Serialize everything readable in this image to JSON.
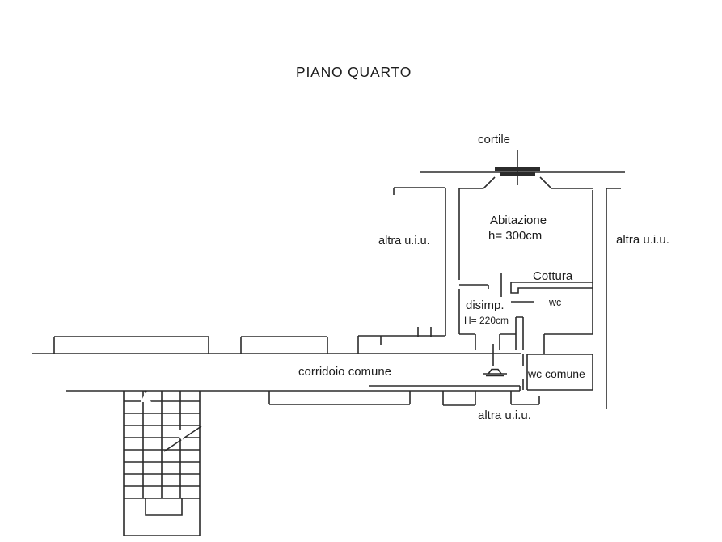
{
  "title": "PIANO QUARTO",
  "floor_plan": {
    "labels": {
      "cortile": "cortile",
      "abitazione_line1": "Abitazione",
      "abitazione_line2": "h= 300cm",
      "altra_uiu_left": "altra u.i.u.",
      "altra_uiu_right": "altra u.i.u.",
      "altra_uiu_bottom": "altra u.i.u.",
      "cottura": "Cottura",
      "disimpegno": "disimp.",
      "disimpegno_height": "H= 220cm",
      "wc": "wc",
      "corridoio_comune": "corridoio comune",
      "wc_comune": "wc comune"
    },
    "colors": {
      "line": "#2b2b2b",
      "text": "#1c1c1c",
      "background": "#ffffff"
    }
  }
}
